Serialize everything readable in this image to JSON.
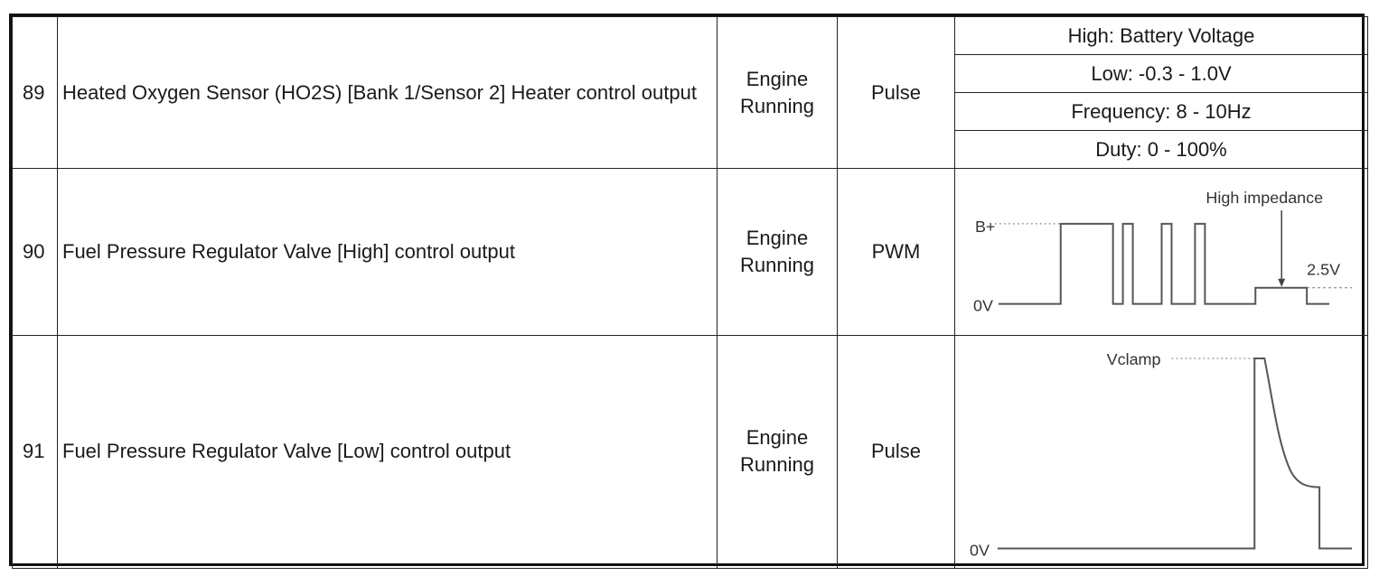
{
  "rows": [
    {
      "pin": "89",
      "description": "Heated Oxygen Sensor (HO2S) [Bank 1/Sensor 2] Heater control output",
      "condition": "Engine Running",
      "type": "Pulse",
      "specs": [
        "High: Battery Voltage",
        "Low: -0.3 - 1.0V",
        "Frequency: 8 - 10Hz",
        "Duty: 0 - 100%"
      ]
    },
    {
      "pin": "90",
      "description": "Fuel Pressure Regulator Valve [High] control output",
      "condition": "Engine Running",
      "type": "PWM",
      "waveform": {
        "labels": {
          "high": "B+",
          "low": "0V",
          "annotation": "High impedance",
          "mid_level": "2.5V"
        }
      }
    },
    {
      "pin": "91",
      "description": "Fuel Pressure Regulator Valve [Low] control output",
      "condition": "Engine Running",
      "type": "Pulse",
      "waveform": {
        "labels": {
          "peak": "Vclamp",
          "low": "0V"
        }
      }
    }
  ]
}
